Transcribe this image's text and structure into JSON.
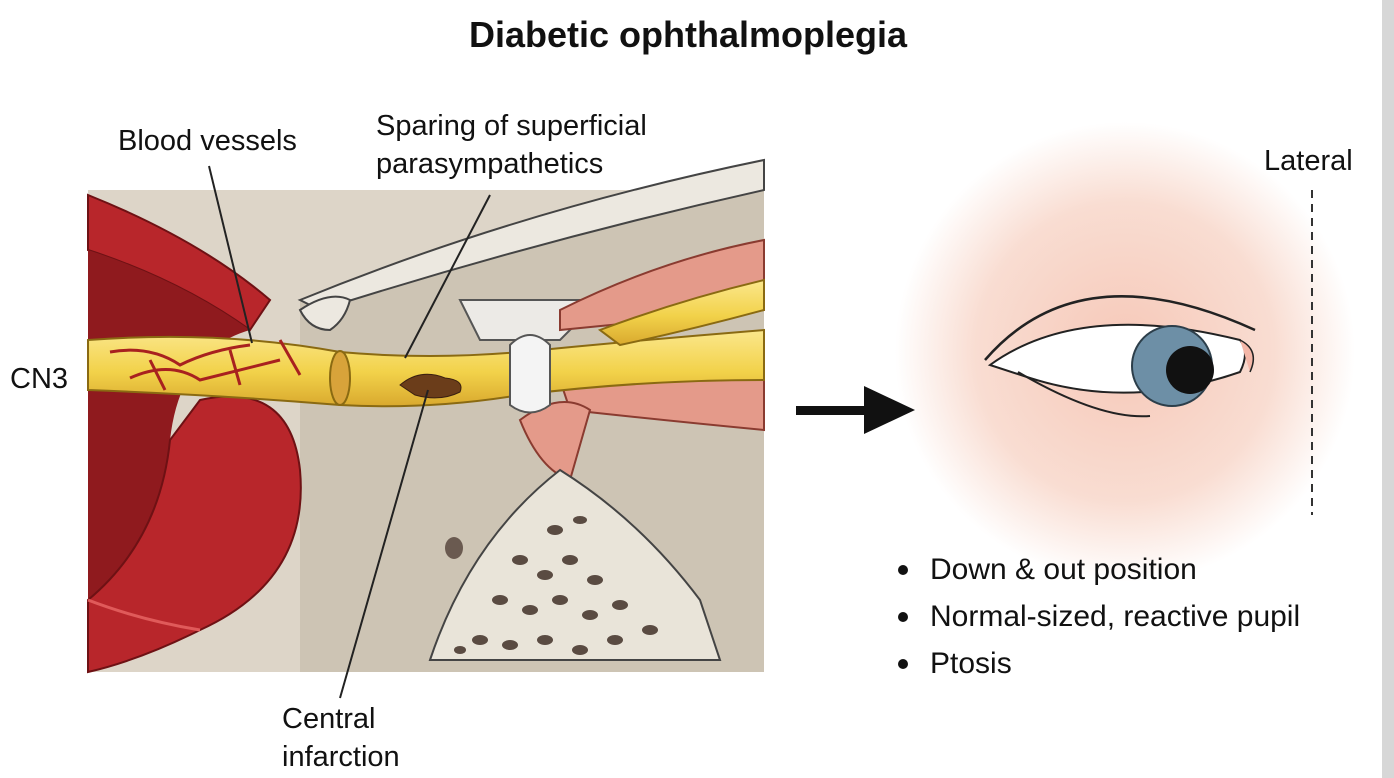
{
  "title": "Diabetic ophthalmoplegia",
  "labels": {
    "blood_vessels": "Blood vessels",
    "sparing_line1": "Sparing of superficial",
    "sparing_line2": "parasympathetics",
    "cn3": "CN3",
    "central_line1": "Central",
    "central_line2": "infarction",
    "lateral": "Lateral"
  },
  "findings": [
    "Down & out position",
    "Normal-sized, reactive pupil",
    "Ptosis"
  ],
  "colors": {
    "artery": "#b8262b",
    "nerve": "#f2d24a",
    "bone": "#e9e4d9",
    "muscle": "#e49a8a",
    "skin_halo": "#f6c8b8",
    "iris": "#6d8fa6"
  },
  "icons": [
    "arrow-right-icon"
  ]
}
